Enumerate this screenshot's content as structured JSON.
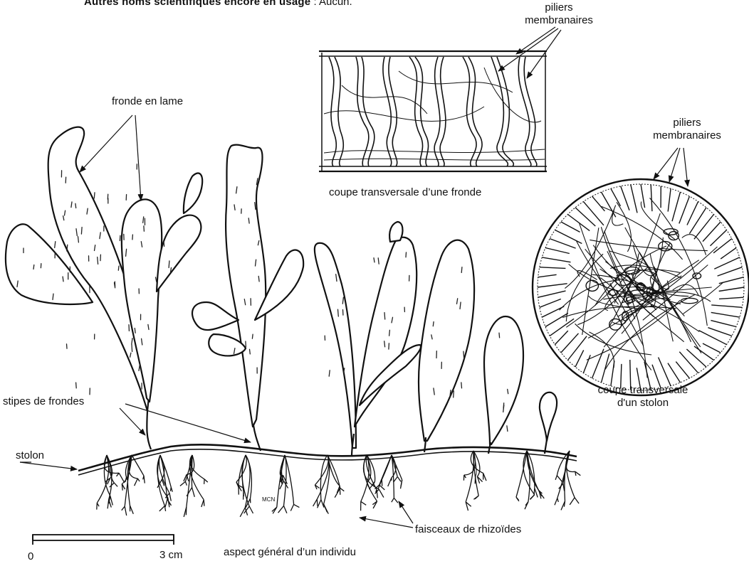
{
  "header": {
    "label": "Autres noms scientifiques encore en usage",
    "separator": " : ",
    "value": "Aucun."
  },
  "labels": {
    "piliers_top_line1": "piliers",
    "piliers_top_line2": "membranaires",
    "fronde_en_lame": "fronde en lame",
    "piliers_right_line1": "piliers",
    "piliers_right_line2": "membranaires",
    "coupe_fronde": "coupe transversale d’une fronde",
    "coupe_stolon_line1": "coupe transversale",
    "coupe_stolon_line2": "d'un stolon",
    "stipes": "stipes de frondes",
    "stolon": "stolon",
    "faisceaux": "faisceaux de rhizoïdes",
    "aspect": "aspect général d’un individu",
    "signature": "MCN"
  },
  "scale_bar": {
    "start_label": "0",
    "end_label": "3 cm"
  }
}
